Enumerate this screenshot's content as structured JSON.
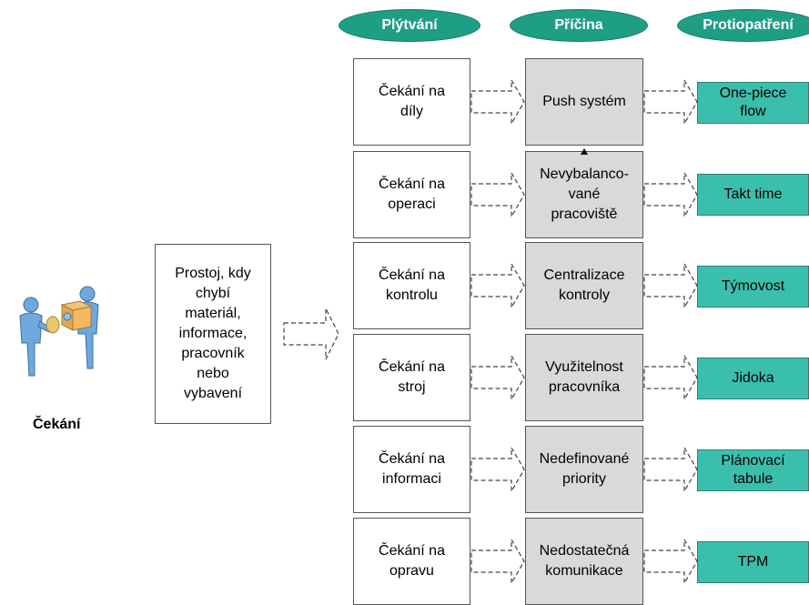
{
  "headers": [
    "Plýtvání",
    "Příčina",
    "Protiopatření"
  ],
  "main_label": "Čekání",
  "description": "Prostoj, kdy\nchybí\nmateriál,\ninformace,\npracovník\nnebo\nvybavení",
  "rows": [
    {
      "waste": "Čekání na\ndíly",
      "cause": "Push systém",
      "measure": "One-piece\nflow"
    },
    {
      "waste": "Čekání na\noperaci",
      "cause": "Nevybalanco-\nvané\npracoviště",
      "measure": "Takt time"
    },
    {
      "waste": "Čekání na\nkontrolu",
      "cause": "Centralizace\nkontroly",
      "measure": "Týmovost"
    },
    {
      "waste": "Čekání na\nstroj",
      "cause": "Využitelnost\npracovníka",
      "measure": "Jidoka"
    },
    {
      "waste": "Čekání na\ninformaci",
      "cause": "Nedefinované\npriority",
      "measure": "Plánovací\ntabule"
    },
    {
      "waste": "Čekání na\nopravu",
      "cause": "Nedostatečná\nkomunikace",
      "measure": "TPM"
    }
  ],
  "colors": {
    "header": "#1f9e86",
    "measure": "#3bbfad",
    "cause": "#d9d9d9"
  },
  "icons": [
    "people-handover-icon"
  ]
}
